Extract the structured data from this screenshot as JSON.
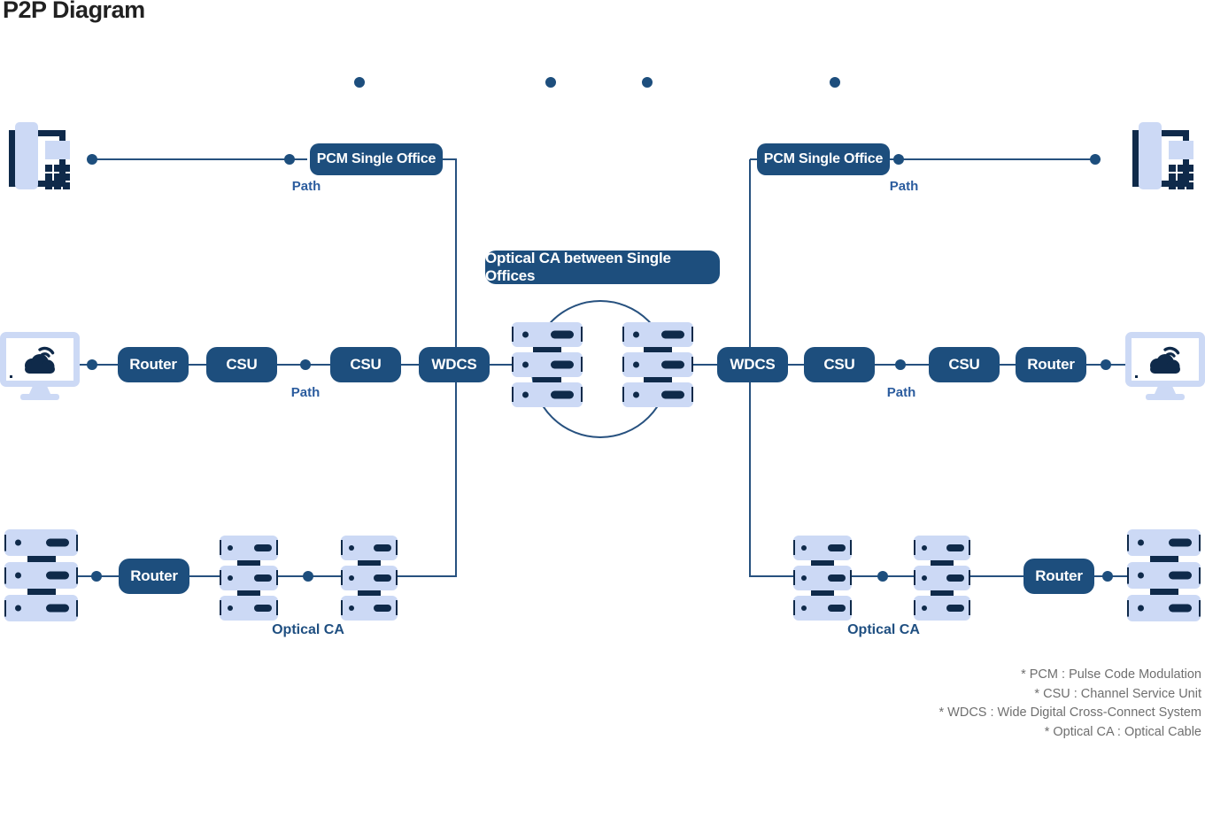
{
  "title": "P2P Diagram",
  "nodes": {
    "pcm_single_office": "PCM Single Office",
    "optical_ca_between": "Optical CA between Single Offices",
    "router": "Router",
    "csu": "CSU",
    "wdcs": "WDCS"
  },
  "labels": {
    "path": "Path",
    "optical_ca": "Optical CA"
  },
  "legend": {
    "pcm": "* PCM : Pulse Code Modulation",
    "csu": "* CSU : Channel Service Unit",
    "wdcs": "* WDCS : Wide Digital Cross-Connect System",
    "optical_ca": "* Optical CA : Optical Cable"
  },
  "icons": {
    "phone": "desk-phone",
    "computer": "monitor-with-cloud-wifi",
    "server_stack": "stacked-servers",
    "node_marker": "ring-node",
    "connector_dot": "line-endpoint-dot"
  },
  "colors": {
    "node_fill": "#1d4e7d",
    "icon_dark": "#0f2a4a",
    "icon_light": "#ccd9f5",
    "line": "#27517f",
    "path_label": "#2b5c9e",
    "optical_label": "#1f4f81",
    "legend_text": "#6f6f6f",
    "title_text": "#212121",
    "background": "#ffffff"
  }
}
